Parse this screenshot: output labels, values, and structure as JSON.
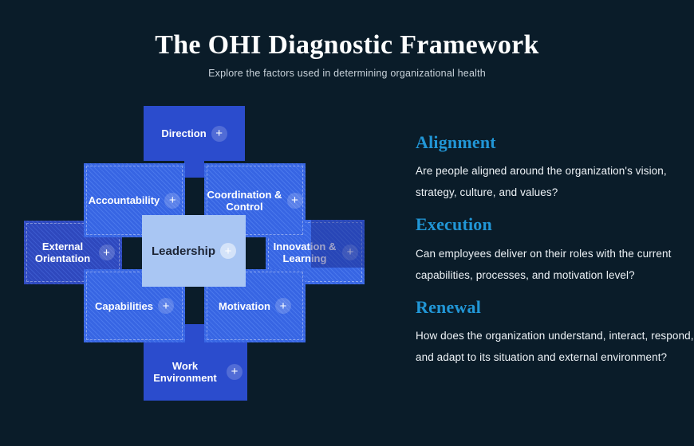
{
  "page": {
    "title": "The OHI Diagnostic Framework",
    "subtitle": "Explore the factors used in determining organizational health"
  },
  "diagram": {
    "plus": "+",
    "boxes": [
      {
        "id": "direction",
        "label": "Direction"
      },
      {
        "id": "accountability",
        "label": "Accountability"
      },
      {
        "id": "coordination-control",
        "label": "Coordination & Control"
      },
      {
        "id": "external-orientation",
        "label": "External Orientation"
      },
      {
        "id": "leadership",
        "label": "Leadership"
      },
      {
        "id": "innovation-learning",
        "label": "Innovation & Learning"
      },
      {
        "id": "capabilities",
        "label": "Capabilities"
      },
      {
        "id": "motivation",
        "label": "Motivation"
      },
      {
        "id": "work-environment",
        "label": "Work Environment"
      }
    ]
  },
  "sections": [
    {
      "heading": "Alignment",
      "body": "Are people aligned around the organization's vision, strategy, culture, and values?"
    },
    {
      "heading": "Execution",
      "body": "Can employees deliver on their roles with the current capabilities, processes, and motivation level?"
    },
    {
      "heading": "Renewal",
      "body": "How does the organization understand, interact, respond, and adapt to its situation and external environment?"
    }
  ],
  "colors": {
    "background": "#0a1c29",
    "solid_box": "#2b4ccd",
    "hatch_box": "#3765e3",
    "hatch_dark_box": "#2e48bd",
    "leadership_box": "#a9c6f3",
    "heading_accent": "#2196d6"
  }
}
